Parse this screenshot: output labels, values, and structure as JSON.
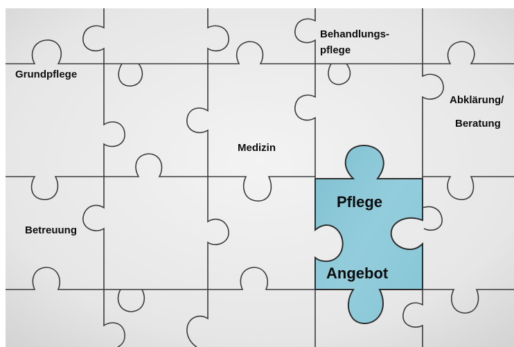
{
  "puzzle": {
    "piece_labels": {
      "grundpflege": "Grundpflege",
      "behandlungspflege_line1": "Behandlungs-",
      "behandlungspflege_line2": "pflege",
      "abklaerung_line1": "Abklärung/",
      "abklaerung_line2": "Beratung",
      "medizin": "Medizin",
      "betreuung": "Betreuung"
    },
    "missing_piece": {
      "line1": "Pflege",
      "line2": "Angebot",
      "color": "#8fcad9"
    },
    "colors": {
      "piece": "#ebebeb",
      "seam": "#3c3c3c",
      "background": "#ffffff"
    }
  }
}
